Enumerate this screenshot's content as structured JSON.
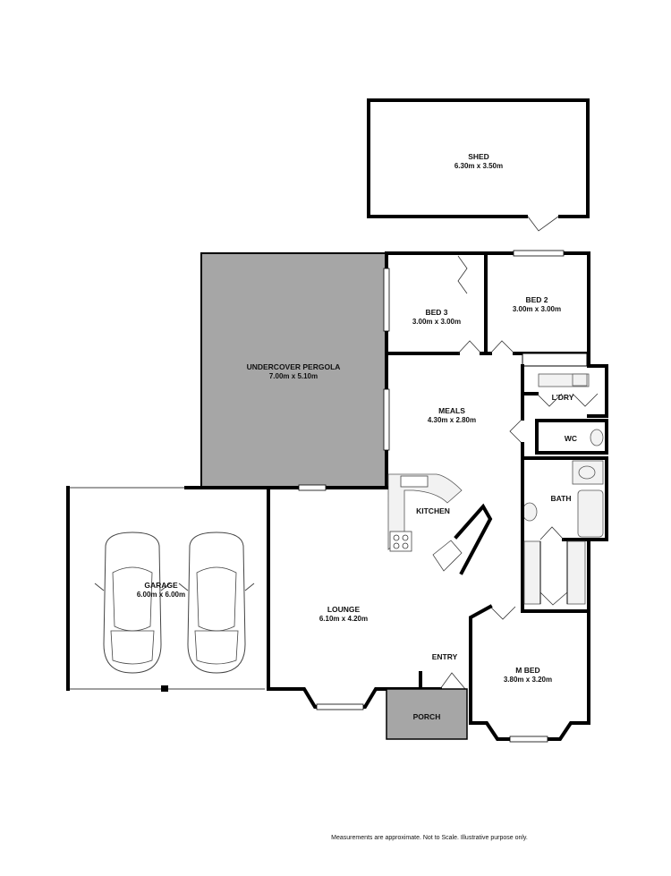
{
  "plan": {
    "rooms": [
      {
        "id": "shed",
        "name": "SHED",
        "dims": "6.30m  x 3.50m"
      },
      {
        "id": "pergola",
        "name": "UNDERCOVER PERGOLA",
        "dims": "7.00m  x 5.10m"
      },
      {
        "id": "bed3",
        "name": "BED 3",
        "dims": "3.00m  x 3.00m"
      },
      {
        "id": "bed2",
        "name": "BED 2",
        "dims": "3.00m  x 3.00m"
      },
      {
        "id": "meals",
        "name": "MEALS",
        "dims": "4.30m  x 2.80m"
      },
      {
        "id": "garage",
        "name": "GARAGE",
        "dims": "6.00m  x 6.00m"
      },
      {
        "id": "lounge",
        "name": "LOUNGE",
        "dims": "6.10m  x 4.20m"
      },
      {
        "id": "mbed",
        "name": "M BED",
        "dims": "3.80m  x 3.20m"
      }
    ],
    "labels": {
      "kitchen": "KITCHEN",
      "laundry": "L'DRY",
      "wc": "WC",
      "bath": "BATH",
      "entry": "ENTRY",
      "porch": "PORCH"
    },
    "colors": {
      "wall": "#000000",
      "pergola_fill": "#a6a6a6",
      "porch_fill": "#a6a6a6",
      "floor": "#ffffff"
    }
  },
  "footer": {
    "note": "Measurements are approximate.  Not to Scale.  Illustrative purpose only."
  }
}
